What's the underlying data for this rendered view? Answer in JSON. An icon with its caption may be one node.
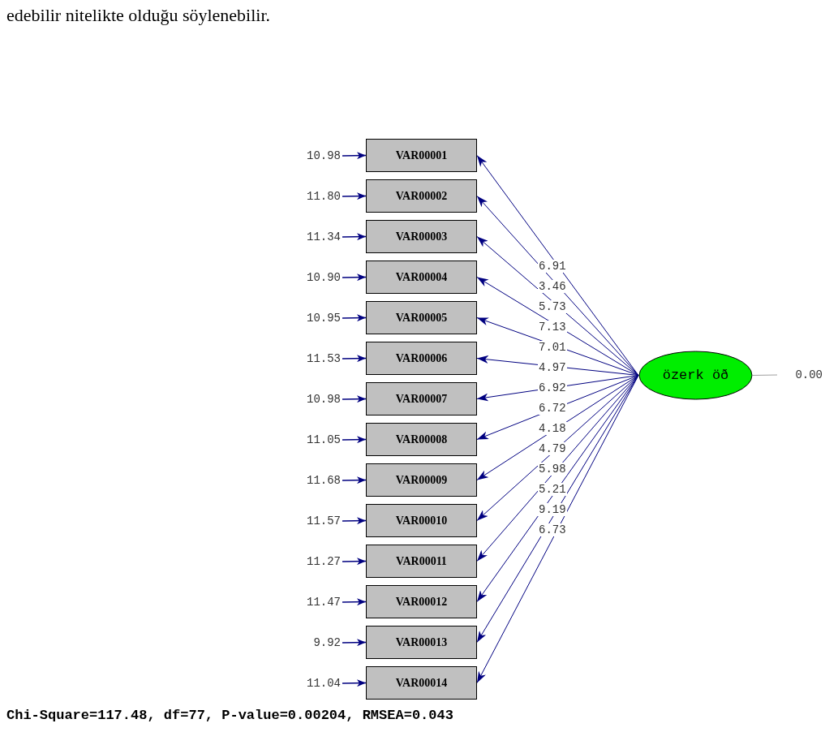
{
  "diagram": {
    "nodes": [
      {
        "text": [
          "VAR00001"
        ]
      },
      {
        "text": [
          "VAR00002"
        ]
      },
      {
        "text": [
          "VAR00003"
        ]
      },
      {
        "text": [
          "VAR00004"
        ]
      },
      {
        "text": [
          "VAR00005"
        ]
      },
      {
        "text": [
          "VAR00006"
        ]
      },
      {
        "text": [
          "VAR00007"
        ]
      },
      {
        "text": [
          "VAR00008"
        ]
      },
      {
        "text": [
          "VAR00009"
        ]
      },
      {
        "text": [
          "VAR00010"
        ]
      },
      {
        "text": [
          "VAR00011"
        ]
      },
      {
        "text": [
          "VAR00012"
        ]
      },
      {
        "text": [
          "VAR00013"
        ]
      },
      {
        "text": [
          "VAR00014"
        ]
      },
      {
        "text": [
          "özerk öð"
        ]
      },
      {
        "text": [
          "10.98"
        ]
      },
      {
        "text": [
          "11.80"
        ]
      },
      {
        "text": [
          "11.34"
        ]
      },
      {
        "text": [
          "10.90"
        ]
      },
      {
        "text": [
          "10.95"
        ]
      },
      {
        "text": [
          "11.53"
        ]
      },
      {
        "text": [
          "10.98"
        ]
      },
      {
        "text": [
          "11.05"
        ]
      },
      {
        "text": [
          "11.68"
        ]
      },
      {
        "text": [
          "11.57"
        ]
      },
      {
        "text": [
          "11.27"
        ]
      },
      {
        "text": [
          "11.47"
        ]
      },
      {
        "text": [
          "9.92"
        ]
      },
      {
        "text": [
          "11.04"
        ]
      },
      {
        "text": [
          "0.00"
        ]
      }
    ],
    "edges": [
      {
        "from": 14,
        "to": 0,
        "arrow": "to",
        "label": "6.91"
      },
      {
        "from": 14,
        "to": 1,
        "arrow": "to",
        "label": "3.46"
      },
      {
        "from": 14,
        "to": 2,
        "arrow": "to",
        "label": "5.73"
      },
      {
        "from": 14,
        "to": 3,
        "arrow": "to",
        "label": "7.13"
      },
      {
        "from": 14,
        "to": 4,
        "arrow": "to",
        "label": "7.01"
      },
      {
        "from": 14,
        "to": 5,
        "arrow": "to",
        "label": "4.97"
      },
      {
        "from": 14,
        "to": 6,
        "arrow": "to",
        "label": "6.92"
      },
      {
        "from": 14,
        "to": 7,
        "arrow": "to",
        "label": "6.72"
      },
      {
        "from": 14,
        "to": 8,
        "arrow": "to",
        "label": "4.18"
      },
      {
        "from": 14,
        "to": 9,
        "arrow": "to",
        "label": "4.79"
      },
      {
        "from": 14,
        "to": 10,
        "arrow": "to",
        "label": "5.98"
      },
      {
        "from": 14,
        "to": 11,
        "arrow": "to",
        "label": "5.21"
      },
      {
        "from": 14,
        "to": 12,
        "arrow": "to",
        "label": "9.19"
      },
      {
        "from": 14,
        "to": 13,
        "arrow": "to",
        "label": "6.73"
      },
      {
        "from": 15,
        "to": 0,
        "arrow": "to"
      },
      {
        "from": 16,
        "to": 1,
        "arrow": "to"
      },
      {
        "from": 17,
        "to": 2,
        "arrow": "to"
      },
      {
        "from": 18,
        "to": 3,
        "arrow": "to"
      },
      {
        "from": 19,
        "to": 4,
        "arrow": "to"
      },
      {
        "from": 20,
        "to": 5,
        "arrow": "to"
      },
      {
        "from": 21,
        "to": 6,
        "arrow": "to"
      },
      {
        "from": 22,
        "to": 7,
        "arrow": "to"
      },
      {
        "from": 23,
        "to": 8,
        "arrow": "to"
      },
      {
        "from": 24,
        "to": 9,
        "arrow": "to"
      },
      {
        "from": 25,
        "to": 10,
        "arrow": "to"
      },
      {
        "from": 26,
        "to": 11,
        "arrow": "to"
      },
      {
        "from": 27,
        "to": 12,
        "arrow": "to"
      },
      {
        "from": 28,
        "to": 13,
        "arrow": "to"
      },
      {
        "from": 14,
        "to": 29,
        "arrow": "none",
        "color": "#a0a0a0"
      }
    ],
    "labels": [
      "edebilir nitelikte olduğu söylenebilir.",
      "Chi-Square=117.48, df=77, P-value=0.00204, RMSEA=0.043"
    ]
  }
}
